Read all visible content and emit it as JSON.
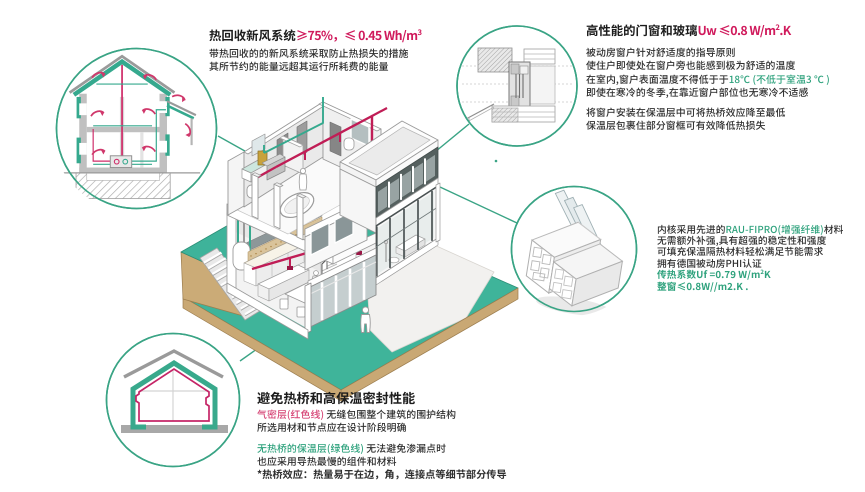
{
  "colors": {
    "accent_red": "#d01a5c",
    "accent_pink": "#d64576",
    "accent_green": "#2fa27d",
    "circle_green": "#3aa485",
    "platform_teal": "#3fb49a",
    "slope_teal": "#2fa084",
    "soil_tan": "#c9a874",
    "duct_red": "#c01d56",
    "duct_teal": "#35a98e",
    "ink": "#2e2e2e"
  },
  "callouts": {
    "heat_recovery": {
      "title_black": "热回收新风系统",
      "title_accent_pre": "≥75%，≤ 0.45 Wh/m",
      "title_accent_sup": "3",
      "line1": "带热回收的的新风系统采取防止热损失的措施",
      "line2": "其所节约的能量远超其运行所耗费的能量",
      "illustration": "house-section-ventilation-diagram"
    },
    "windows": {
      "title_black": "高性能的门窗和玻璃",
      "title_accent_pre": "Uw ≤0.8 W/m",
      "title_accent_sup": "2",
      "title_accent_post": ".K",
      "p1_line1": "被动房窗户针对舒适度的指导原则",
      "p1_line2": "使住户即使处在窗户旁也能感到极为舒适的温度",
      "p1_line3_black": "在室内,窗户表面温度不得低于于",
      "p1_line3_green": "18℃ (不低于室温3 ℃ )",
      "p1_line4": "即使在寒冷的冬季,在靠近窗户部位也无寒冷不适感",
      "p2_line1": "将窗户安装在保温层中可将热桥效应降至最低",
      "p2_line2": "保温层包裹住部分窗框可有效降低热损失",
      "illustration": "window-installation-section-drawing"
    },
    "frame_material": {
      "line1_black_pre": "内核采用先进的",
      "line1_green": "RAU-FIPRO(增强纤维)",
      "line1_black_post": "材料",
      "line2": "无需额外补强,具有超强的稳定性和强度",
      "line3": "可填充保温隔热材料轻松满足节能需求",
      "line4": "拥有德国被动房PHI认证",
      "line5_green_pre": "传热系数Uf =0.79 W/m",
      "line5_green_sup": "2",
      "line5_green_post": "K",
      "line6_green": "整窗≤0.8W//m2.K .",
      "illustration": "window-frame-profile-render"
    },
    "thermal_bridge": {
      "title": "避免热桥和高保温密封性能",
      "p1_pink": "气密层(红色线)",
      "p1_black": " 无缝包围整个建筑的围护结构",
      "p1_line2": "所选用材和节点应在设计阶段明确",
      "p2_green": "无热桥的保温层(绿色线)",
      "p2_black": " 无法避免渗漏点时",
      "p2_line2": "也应采用导热最慢的组件和材料",
      "footnote": "*热桥效应：热量易于在边，角，连接点等细节部分传导",
      "illustration": "insulated-house-section-diagram"
    }
  },
  "scene": {
    "description": "isometric cutaway passive house on terraced teal site",
    "labels": [
      "heat-recovery-unit",
      "supply-duct-red",
      "exhaust-duct-teal",
      "triple-glazed-window-band"
    ]
  }
}
